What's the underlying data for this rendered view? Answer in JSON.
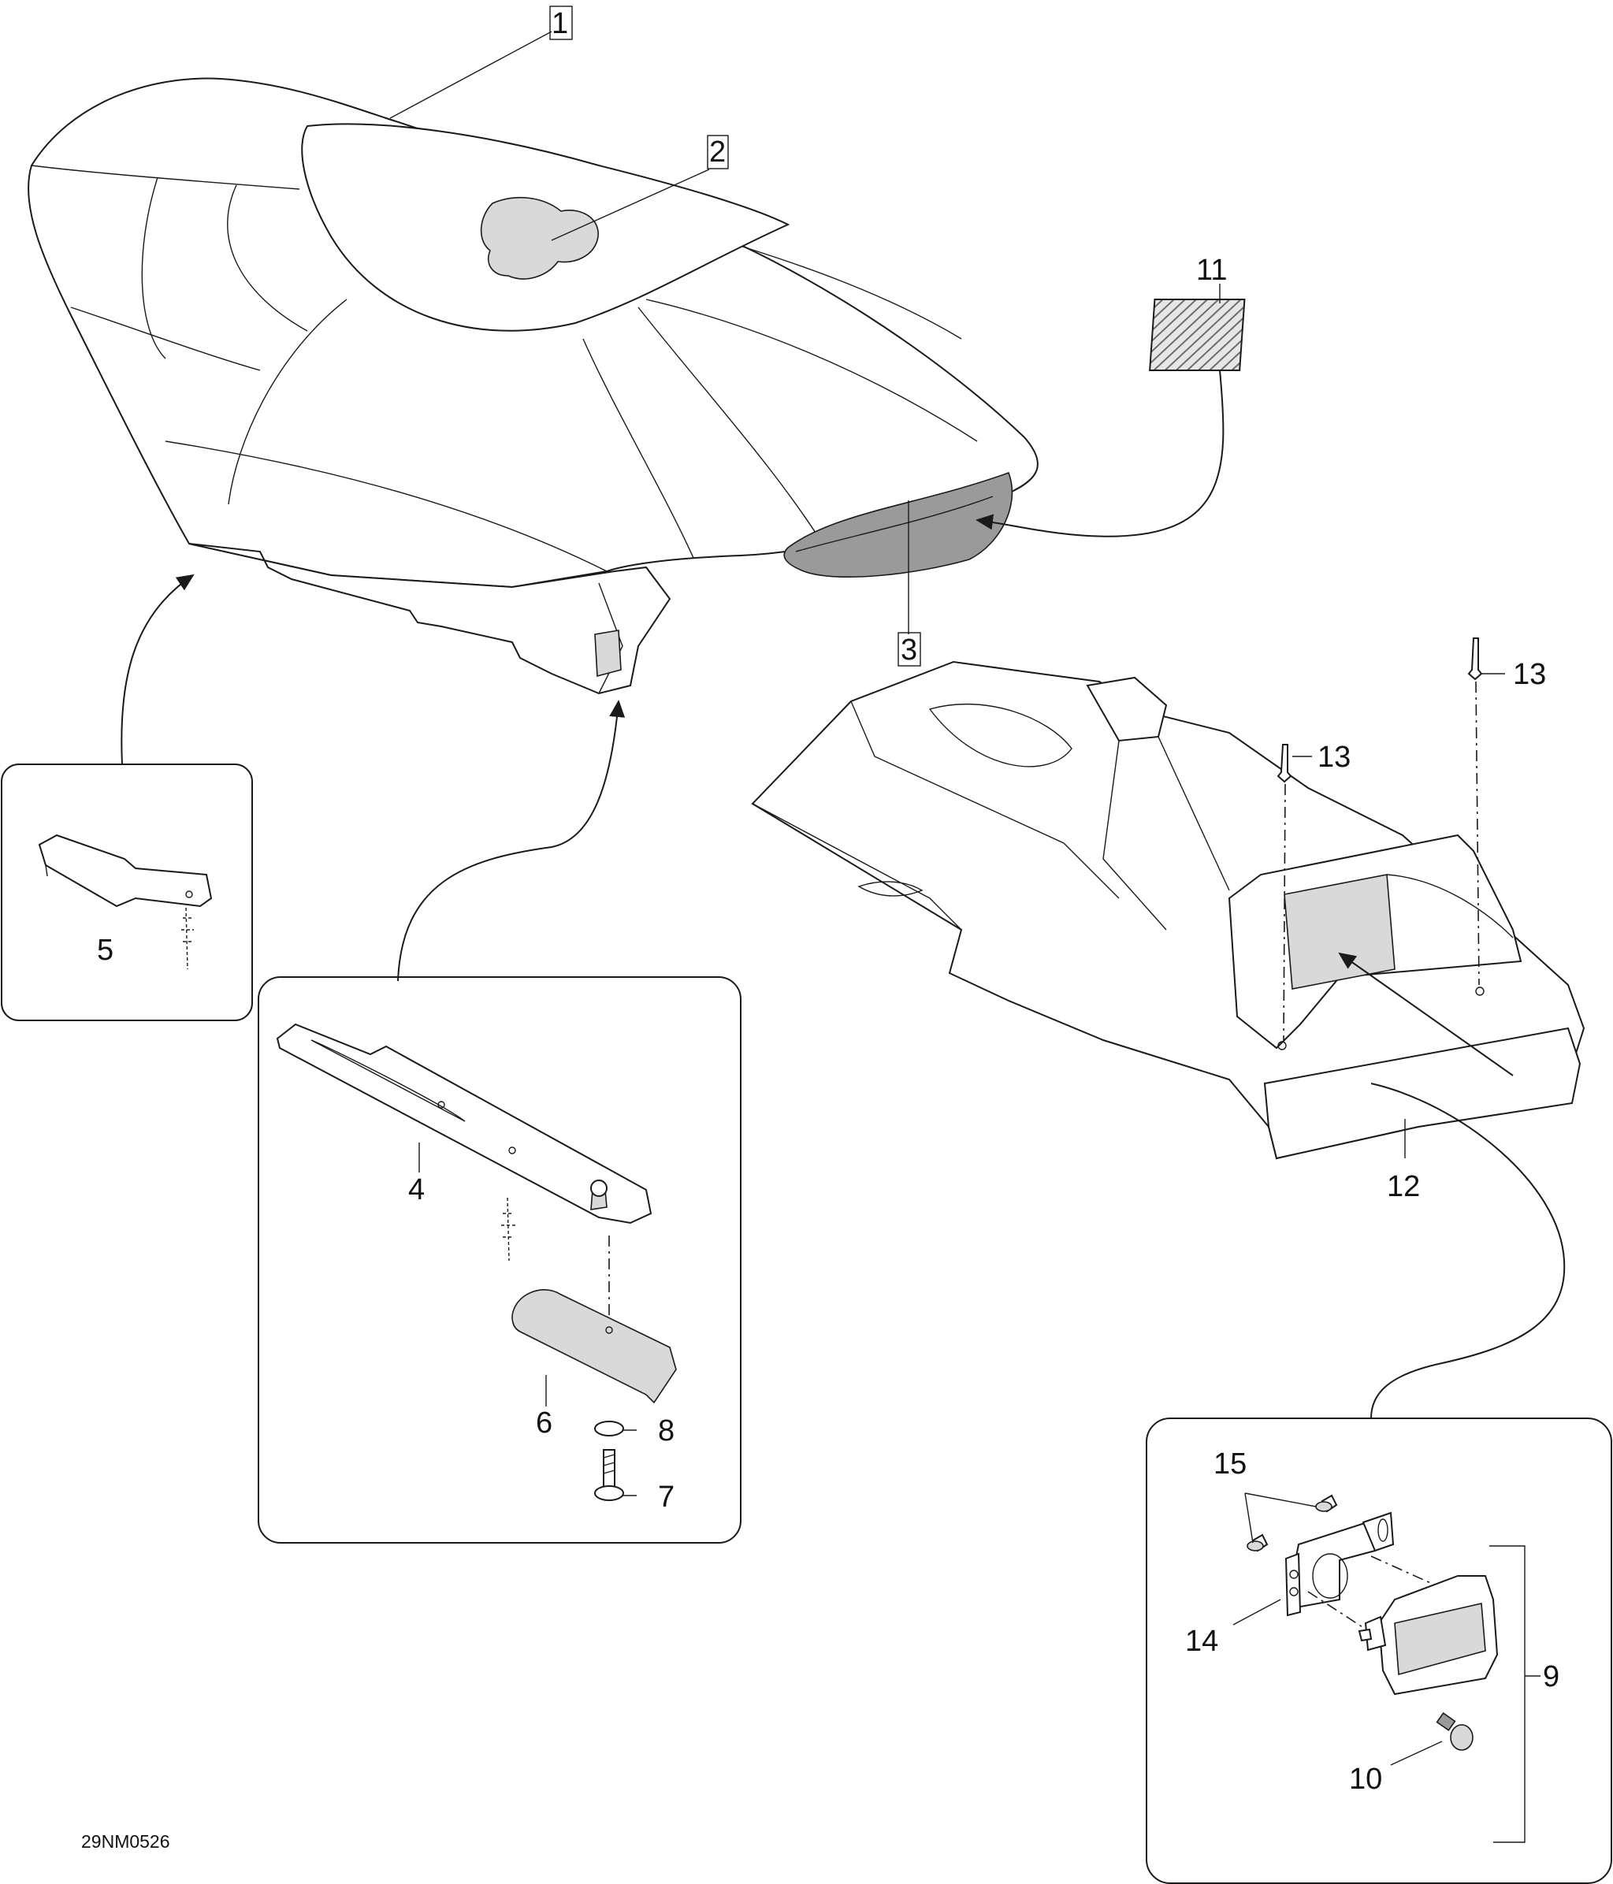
{
  "diagram": {
    "drawing_code": "29NM0526",
    "callouts": {
      "c1": "1",
      "c2": "2",
      "c3": "3",
      "c4": "4",
      "c5": "5",
      "c6": "6",
      "c7": "7",
      "c8": "8",
      "c9": "9",
      "c10": "10",
      "c11": "11",
      "c12": "12",
      "c13a": "13",
      "c13b": "13",
      "c14": "14",
      "c15": "15"
    }
  }
}
